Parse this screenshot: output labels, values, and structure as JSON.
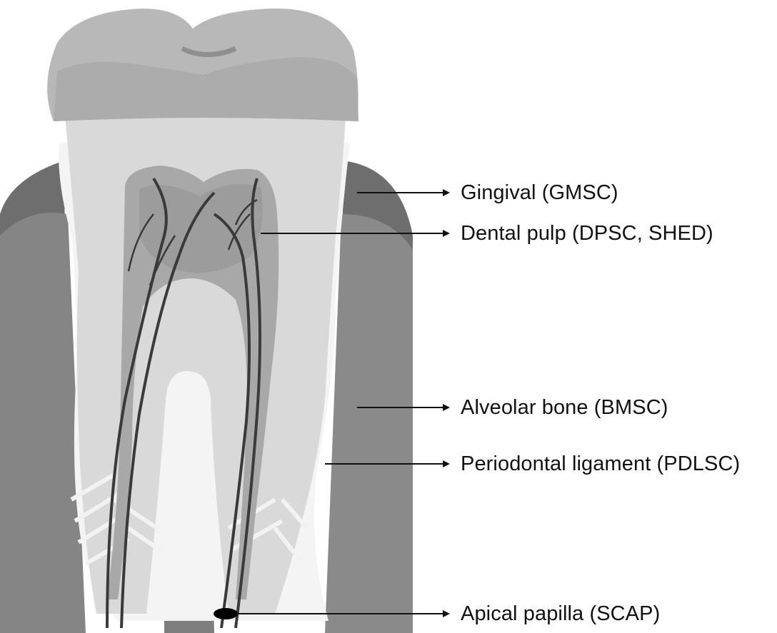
{
  "labels": [
    {
      "id": "gingival",
      "text": "Gingival (GMSC)"
    },
    {
      "id": "dental-pulp",
      "text": "Dental pulp (DPSC, SHED)"
    },
    {
      "id": "alveolar-bone",
      "text": "Alveolar bone (BMSC)"
    },
    {
      "id": "periodontal-ligament",
      "text": "Periodontal ligament (PDLSC)"
    },
    {
      "id": "apical-papilla",
      "text": "Apical papilla (SCAP)"
    }
  ],
  "colors": {
    "crown": "#b4b4b4",
    "dentin": "#dedede",
    "pulp": "#a9a9a9",
    "gingiva": "#7d7d7d",
    "bone": "#8c8c8c",
    "nerve": "#3a3a3a",
    "arrow": "#111111"
  }
}
